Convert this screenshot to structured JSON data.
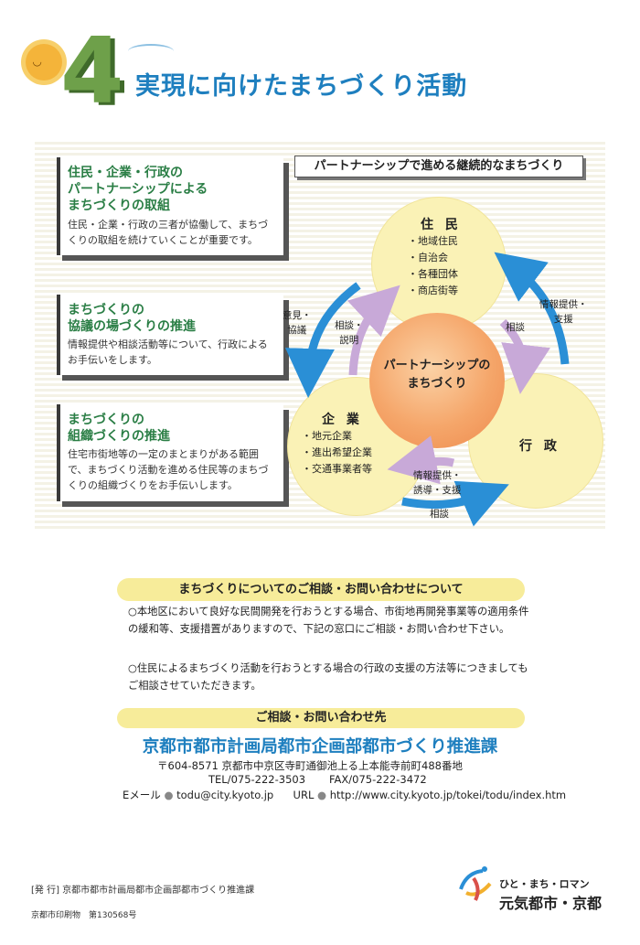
{
  "header": {
    "number": "4",
    "title": "実現に向けたまちづくり活動"
  },
  "cards": [
    {
      "title_lines": [
        "住民・企業・行政の",
        "パートナーシップによる",
        "まちづくりの取組"
      ],
      "body": "住民・企業・行政の三者が協働して、まちづくりの取組を続けていくことが重要です。"
    },
    {
      "title_lines": [
        "まちづくりの",
        "協議の場づくりの推進"
      ],
      "body": "情報提供や相談活動等について、行政によるお手伝いをします。"
    },
    {
      "title_lines": [
        "まちづくりの",
        "組織づくりの推進"
      ],
      "body": "住宅市街地等の一定のまとまりがある範囲で、まちづくり活動を進める住民等のまちづくりの組織づくりをお手伝いします。"
    }
  ],
  "diagram": {
    "heading": "パートナーシップで進める継続的なまちづくり",
    "residents": {
      "title": "住 民",
      "items": [
        "・地域住民",
        "・自治会",
        "・各種団体",
        "・商店街等"
      ]
    },
    "companies": {
      "title": "企 業",
      "items": [
        "・地元企業",
        "・進出希望企業",
        "・交通事業者等"
      ]
    },
    "government": {
      "title": "行 政"
    },
    "center_lines": [
      "パートナーシップの",
      "まちづくり"
    ],
    "labels": {
      "opinion": [
        "意見・",
        "協議"
      ],
      "consult_explain": [
        "相談・",
        "説明"
      ],
      "consult_right": [
        "相談"
      ],
      "info_support_right": [
        "情報提供・",
        "支援"
      ],
      "info_guidance": [
        "情報提供・",
        "誘導・支援"
      ],
      "consult_bottom": [
        "相談"
      ]
    },
    "colors": {
      "arrow_blue": "#2a8fd6",
      "arrow_purple": "#c8a9d8",
      "circle_fill": "#faf2b6",
      "center_fill": "#f5a66a"
    }
  },
  "consult": {
    "heading": "まちづくりについてのご相談・お問い合わせについて",
    "notes": [
      "○本地区において良好な民間開発を行おうとする場合、市街地再開発事業等の適用条件の緩和等、支援措置がありますので、下記の窓口にご相談・お問い合わせ下さい。",
      "○住民によるまちづくり活動を行おうとする場合の行政の支援の方法等につきましてもご相談させていただきます。"
    ]
  },
  "contact": {
    "heading": "ご相談・お問い合わせ先",
    "department": "京都市都市計画局都市企画部都市づくり推進課",
    "address": "〒604-8571 京都市中京区寺町通御池上る上本能寺前町488番地",
    "tel": "TEL/075-222-3503",
    "fax": "FAX/075-222-3472",
    "email_label": "Eメール",
    "email": "todu@city.kyoto.jp",
    "url_label": "URL",
    "url": "http://www.city.kyoto.jp/tokei/todu/index.htm"
  },
  "footer": {
    "publisher_label": "[発 行]",
    "publisher": "京都市都市計画局都市企画部都市づくり推進課",
    "print_number": "京都市印刷物　第130568号",
    "logo_tagline": "ひと・まち・ロマン",
    "logo_name": "元気都市・京都"
  }
}
